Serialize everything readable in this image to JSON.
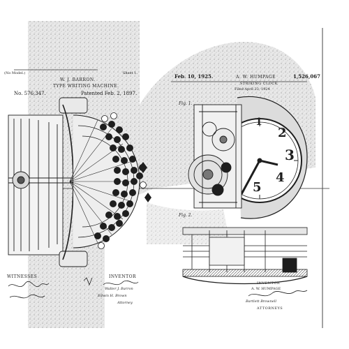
{
  "left_patent": {
    "model_note": "(No Model.)",
    "sheet": "Sheet 1.",
    "inventor_header": "W. J. BARRON.",
    "title": "TYPE WRITING MACHINE.",
    "patent_no": "No. 576,347.",
    "patented": "Patented Feb. 2, 1897.",
    "witnesses_label": "WITNESSES",
    "inventor_label": "INVENTOR",
    "inventor_signature": "Walter J. Barron",
    "attorney_signature": "Edwin H. Brown",
    "attorney_role": "Attorney"
  },
  "right_patent": {
    "date": "Feb. 10, 1925.",
    "inventor_header": "A. W. HUMPAGE",
    "title": "STRIKING CLOCK",
    "filed": "Filed April 23, 1924",
    "patent_no": "1,526,067",
    "fig1": "Fig. 1.",
    "fig2": "Fig. 2.",
    "inventor_label": "INVENTOR",
    "inventor_name": "A. W. HUMPAGE",
    "attorneys_signature": "Bartlett Brownell",
    "attorneys_label": "ATTORNEYS"
  },
  "clock_numerals": [
    "1",
    "2",
    "3",
    "4",
    "5"
  ],
  "colors": {
    "ink": "#1e1e1e",
    "paper": "#ffffff",
    "stipple": "#cfcfcf"
  }
}
